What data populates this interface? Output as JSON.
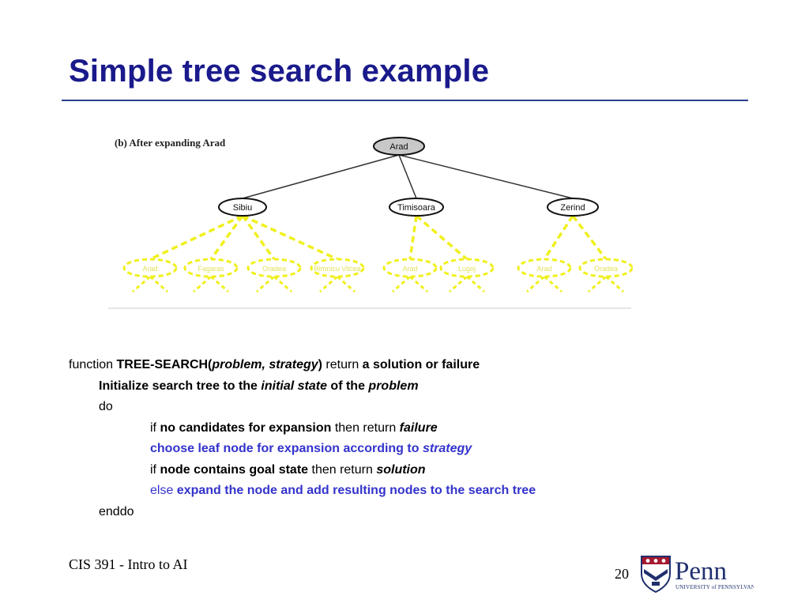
{
  "slide": {
    "title": "Simple tree search example",
    "footer_left": "CIS 391 - Intro to AI",
    "page_number": "20"
  },
  "figure": {
    "caption": "(b) After expanding Arad",
    "root": "Arad",
    "children": [
      "Sibiu",
      "Timisoara",
      "Zerind"
    ],
    "fringe": {
      "Sibiu": [
        "Arad",
        "Fagaras",
        "Oradea",
        "Rimnicu Vilcea"
      ],
      "Timisoara": [
        "Arad",
        "Lugoj"
      ],
      "Zerind": [
        "Arad",
        "Oradea"
      ]
    },
    "colors": {
      "expanded_edge": "#333333",
      "fringe": "#f0f01e",
      "root_fill": "#c8c8c8"
    }
  },
  "pseudocode": {
    "l1_a": "function ",
    "l1_b": "TREE-SEARCH(",
    "l1_c": "problem, strategy",
    "l1_d": ")",
    "l1_e": " return ",
    "l1_f": "a solution or failure",
    "l2_a": "Initialize search tree to the ",
    "l2_b": "initial state",
    "l2_c": " of the ",
    "l2_d": "problem",
    "l3": "do",
    "l4_a": "if ",
    "l4_b": "no candidates for expansion",
    "l4_c": " then return ",
    "l4_d": "failure",
    "l5_a": "choose leaf node for expansion according to ",
    "l5_b": "strategy",
    "l6_a": "if ",
    "l6_b": "node contains goal state",
    "l6_c": " then return ",
    "l6_d": "solution",
    "l7_a": "else ",
    "l7_b": "expand the node and add resulting nodes to the search tree",
    "l8": "enddo"
  },
  "logo": {
    "wordmark": "Penn",
    "subtext": "UNIVERSITY of PENNSYLVANIA"
  }
}
